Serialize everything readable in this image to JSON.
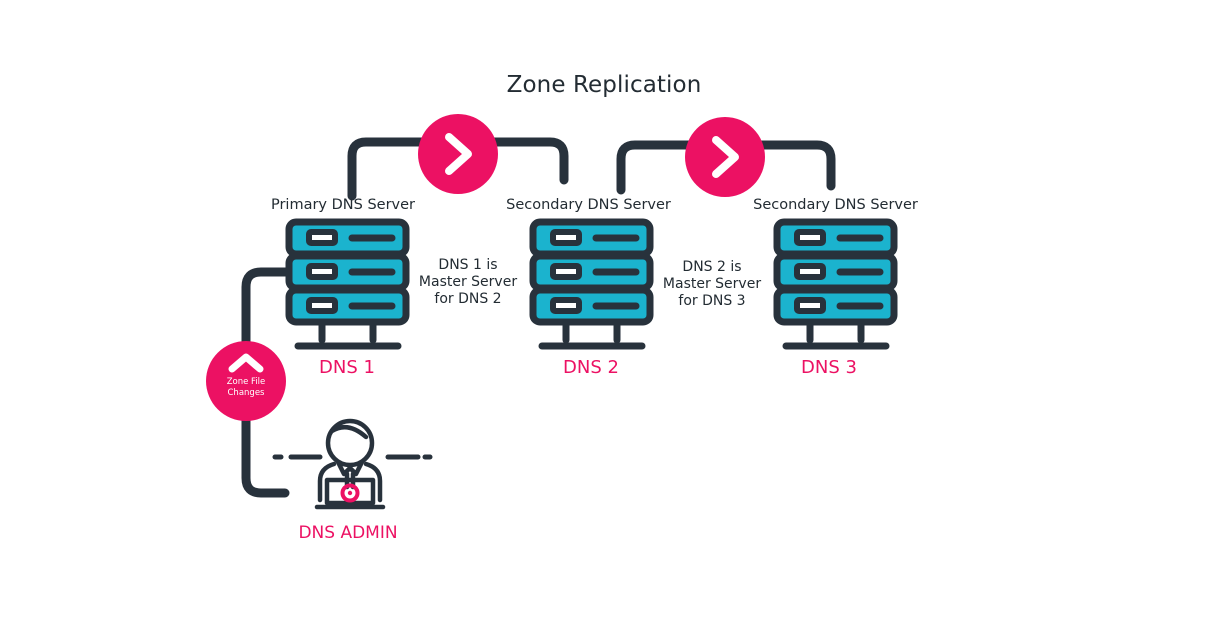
{
  "diagram": {
    "title": "Zone Replication",
    "colors": {
      "accent_pink": "#ec1163",
      "server_teal": "#1bb3ce",
      "dark_slate": "#28323c",
      "background": "#ffffff"
    }
  },
  "servers": [
    {
      "caption": "Primary DNS Server",
      "label": "DNS 1",
      "bay_count": 3
    },
    {
      "caption": "Secondary DNS Server",
      "label": "DNS 2",
      "bay_count": 3
    },
    {
      "caption": "Secondary DNS Server",
      "label": "DNS 3",
      "bay_count": 3
    }
  ],
  "relations": [
    {
      "text": "DNS 1 is\nMaster Server\nfor DNS 2"
    },
    {
      "text": "DNS 2 is\nMaster Server\nfor DNS 3"
    }
  ],
  "badges": {
    "replication_1": {
      "icon": "chevron-right-icon"
    },
    "replication_2": {
      "icon": "chevron-right-icon"
    },
    "zone_file": {
      "icon": "chevron-up-icon",
      "text": "Zone File\nChanges"
    }
  },
  "admin": {
    "label": "DNS ADMIN",
    "icon": "admin-person-laptop-icon"
  }
}
